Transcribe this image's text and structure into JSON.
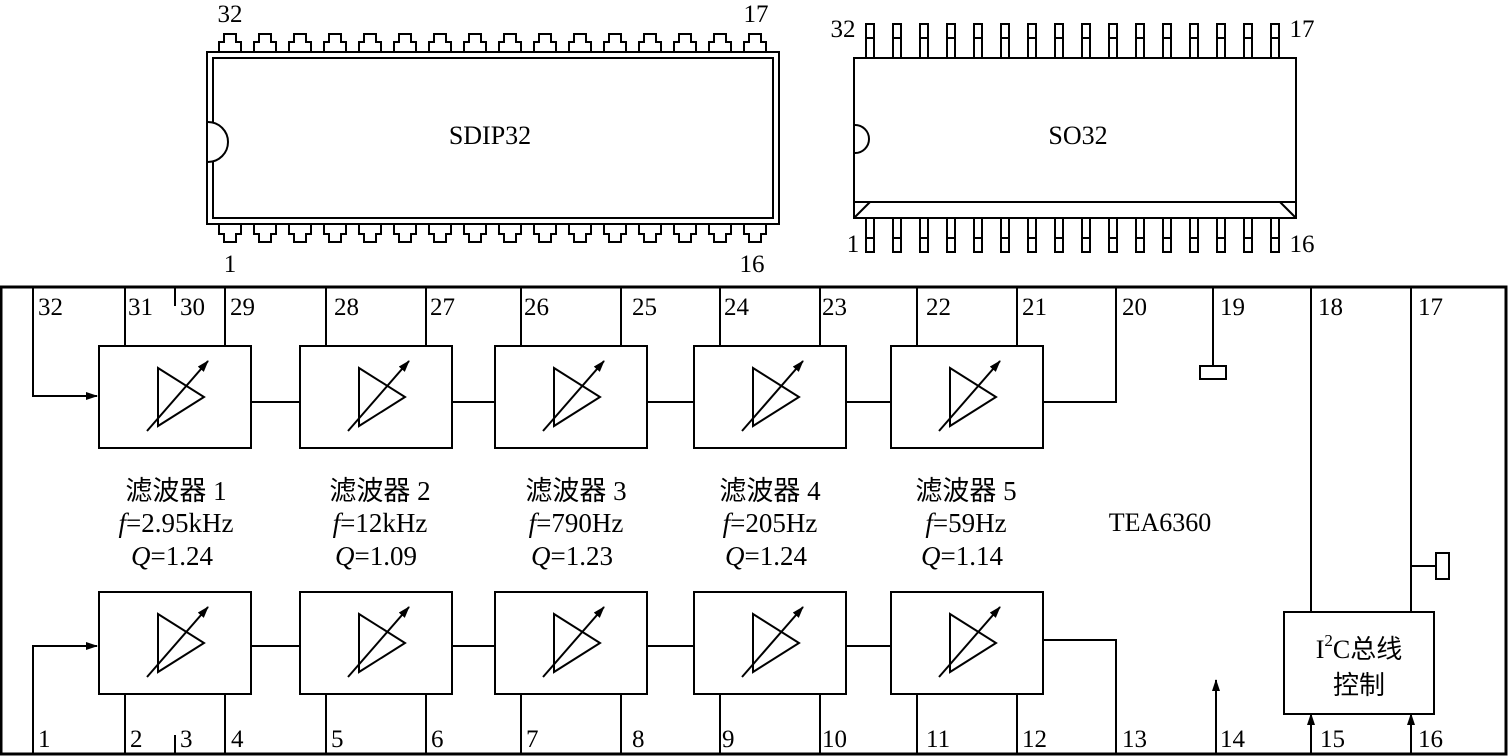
{
  "packages": {
    "sdip": {
      "label": "SDIP32",
      "pin_top_left": "32",
      "pin_top_right": "17",
      "pin_bottom_left": "1",
      "pin_bottom_right": "16"
    },
    "so": {
      "label": "SO32",
      "pin_top_left": "32",
      "pin_top_right": "17",
      "pin_bottom_left": "1",
      "pin_bottom_right": "16"
    }
  },
  "chip_name": "TEA6360",
  "bus_block": {
    "line1_pre": "I",
    "line1_sup": "2",
    "line1_post": "C总线",
    "line2": "控制"
  },
  "filters": [
    {
      "name": "滤波器 1",
      "f_sym": "f",
      "f_val": "=2.95kHz",
      "q_sym": "Q",
      "q_val": "=1.24"
    },
    {
      "name": "滤波器 2",
      "f_sym": "f",
      "f_val": "=12kHz",
      "q_sym": "Q",
      "q_val": "=1.09"
    },
    {
      "name": "滤波器 3",
      "f_sym": "f",
      "f_val": "=790Hz",
      "q_sym": "Q",
      "q_val": "=1.23"
    },
    {
      "name": "滤波器 4",
      "f_sym": "f",
      "f_val": "=205Hz",
      "q_sym": "Q",
      "q_val": "=1.24"
    },
    {
      "name": "滤波器 5",
      "f_sym": "f",
      "f_val": "=59Hz",
      "q_sym": "Q",
      "q_val": "=1.14"
    }
  ],
  "top_pins": [
    "32",
    "31",
    "30",
    "29",
    "28",
    "27",
    "26",
    "25",
    "24",
    "23",
    "22",
    "21",
    "20",
    "19",
    "18",
    "17"
  ],
  "bottom_pins": [
    "1",
    "2",
    "3",
    "4",
    "5",
    "6",
    "7",
    "8",
    "9",
    "10",
    "11",
    "12",
    "13",
    "14",
    "15",
    "16"
  ]
}
